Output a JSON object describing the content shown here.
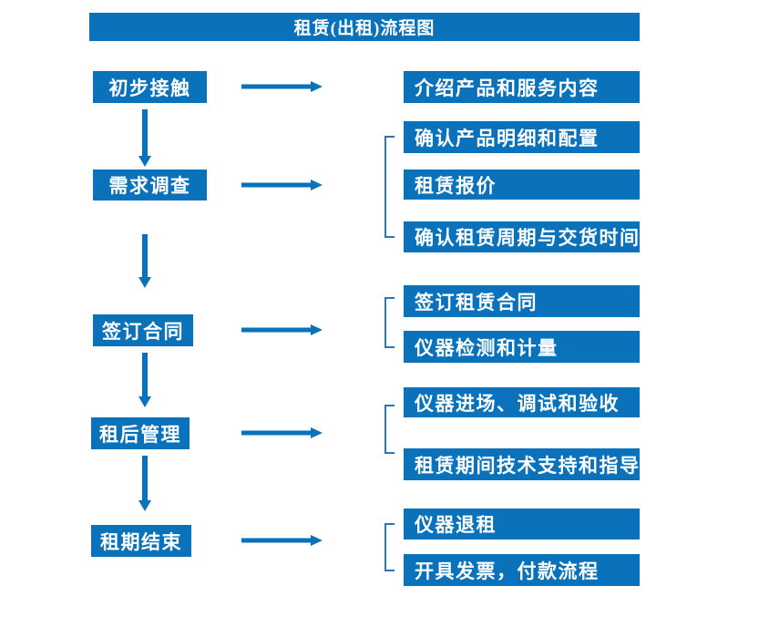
{
  "title": "租赁(出租)流程图",
  "flow": [
    {
      "stage": "初步接触",
      "details": [
        "介绍产品和服务内容"
      ]
    },
    {
      "stage": "需求调查",
      "details": [
        "确认产品明细和配置",
        "租赁报价",
        "确认租赁周期与交货时间"
      ]
    },
    {
      "stage": "签订合同",
      "details": [
        "签订租赁合同",
        "仪器检测和计量"
      ]
    },
    {
      "stage": "租后管理",
      "details": [
        "仪器进场、调试和验收",
        "租赁期间技术支持和指导"
      ]
    },
    {
      "stage": "租期结束",
      "details": [
        "仪器退租",
        "开具发票，付款流程"
      ]
    }
  ],
  "colors": {
    "primary": "#0a72ba",
    "bracket": "#2e75b6",
    "text_on_primary": "#ffffff",
    "background": "#ffffff"
  }
}
